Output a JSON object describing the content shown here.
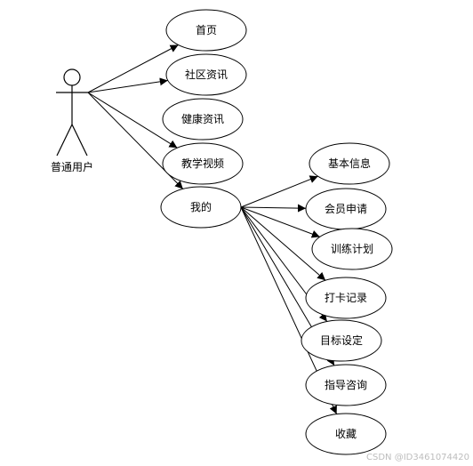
{
  "actor": {
    "name": "普通用户"
  },
  "use_cases": [
    {
      "id": "home",
      "label": "首页"
    },
    {
      "id": "community",
      "label": "社区资讯"
    },
    {
      "id": "health",
      "label": "健康资讯"
    },
    {
      "id": "teaching-video",
      "label": "教学视频"
    },
    {
      "id": "mine",
      "label": "我的"
    },
    {
      "id": "basic-info",
      "label": "基本信息"
    },
    {
      "id": "member-apply",
      "label": "会员申请"
    },
    {
      "id": "training-plan",
      "label": "训练计划"
    },
    {
      "id": "checkin-record",
      "label": "打卡记录"
    },
    {
      "id": "goal-setting",
      "label": "目标设定"
    },
    {
      "id": "guidance",
      "label": "指导咨询"
    },
    {
      "id": "favorites",
      "label": "收藏"
    }
  ],
  "associations": [
    {
      "from": "actor",
      "to": "home"
    },
    {
      "from": "actor",
      "to": "community"
    },
    {
      "from": "actor",
      "to": "teaching-video"
    },
    {
      "from": "actor",
      "to": "mine"
    },
    {
      "from": "mine",
      "to": "basic-info"
    },
    {
      "from": "mine",
      "to": "member-apply"
    },
    {
      "from": "mine",
      "to": "training-plan"
    },
    {
      "from": "mine",
      "to": "checkin-record"
    },
    {
      "from": "mine",
      "to": "goal-setting"
    },
    {
      "from": "mine",
      "to": "guidance"
    },
    {
      "from": "mine",
      "to": "favorites"
    }
  ],
  "watermark": "CSDN @ID3461074420"
}
